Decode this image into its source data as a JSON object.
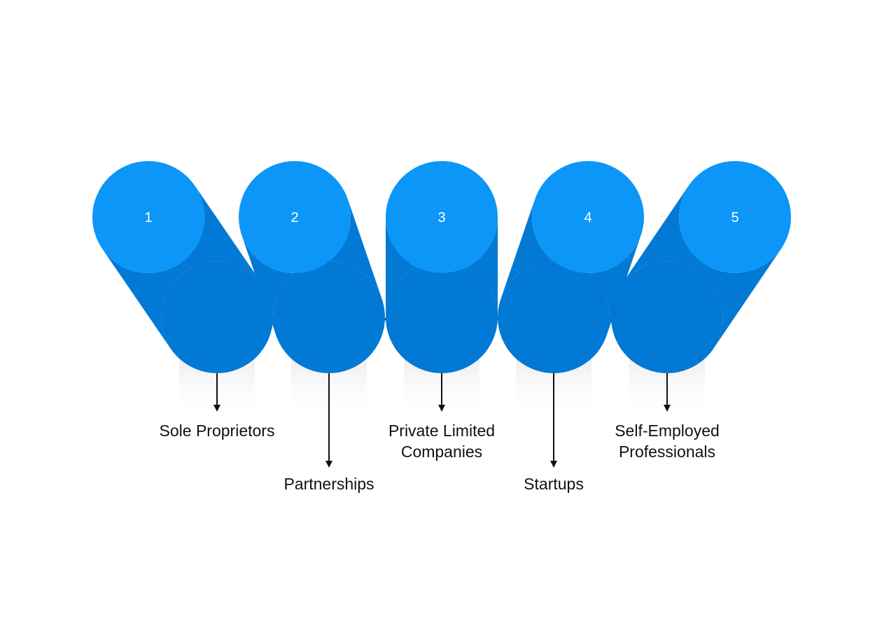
{
  "diagram": {
    "colors": {
      "cap": "#0C96F8",
      "body": "#0279D4",
      "ring": "#1F1D2A",
      "connector": "#2A2836",
      "shadow": "#D8D8D8",
      "arrow": "#111111",
      "number_text": "#FFFFFF",
      "label_text": "#111111"
    },
    "steps": [
      {
        "number": "1",
        "label_lines": [
          "Sole Proprietors"
        ]
      },
      {
        "number": "2",
        "label_lines": [
          "Partnerships"
        ]
      },
      {
        "number": "3",
        "label_lines": [
          "Private Limited",
          "Companies"
        ]
      },
      {
        "number": "4",
        "label_lines": [
          "Startups"
        ]
      },
      {
        "number": "5",
        "label_lines": [
          "Self-Employed",
          "Professionals"
        ]
      }
    ]
  }
}
